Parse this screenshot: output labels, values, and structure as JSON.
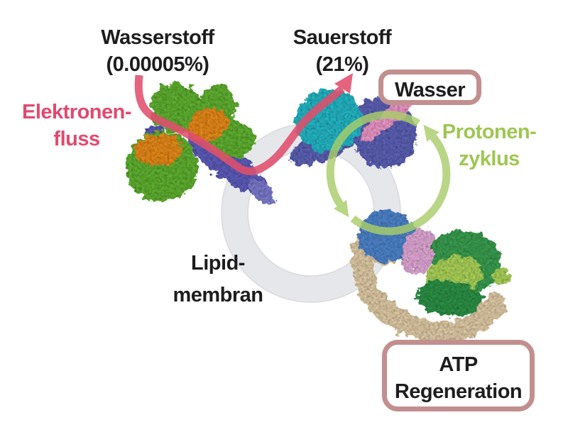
{
  "diagram": {
    "language": "de",
    "labels": {
      "hydrogen_line1": "Wasserstoff",
      "hydrogen_line2": "(0.00005%)",
      "oxygen_line1": "Sauerstoff",
      "oxygen_line2": "(21%)",
      "water_box": "Wasser",
      "electron_flow_line1": "Elektronen-",
      "electron_flow_line2": "fluss",
      "proton_cycle_line1": "Protonen-",
      "proton_cycle_line2": "zyklus",
      "lipid_membrane_line1": "Lipid-",
      "lipid_membrane_line2": "membran",
      "atp_box_line1": "ATP",
      "atp_box_line2": "Regeneration"
    },
    "colors": {
      "label_text": "#1d1d1f",
      "electron_flow": "#e14f6d",
      "electron_flow_text": "#e2496f",
      "proton_cycle": "#a9ce6b",
      "proton_cycle_text": "#9dc751",
      "box_border": "#c28f8f",
      "membrane_ring": "#e6e7eb",
      "membrane_ring_edge": "#d9dade",
      "protein_green": "#5fae33",
      "protein_orange": "#e2871c",
      "protein_purple": "#5d5bb8",
      "protein_purple_light": "#7b79cb",
      "protein_cyan": "#28b4c2",
      "protein_slate": "#5c60b2",
      "protein_pink": "#e795c4",
      "protein_blue": "#4d82c8",
      "protein_rose": "#dda6d2",
      "protein_darkgreen": "#3a9b4f",
      "protein_green_deep": "#2f8f46",
      "protein_lightgreen": "#a8cf58",
      "protein_tan": "#dcc7a3"
    }
  }
}
